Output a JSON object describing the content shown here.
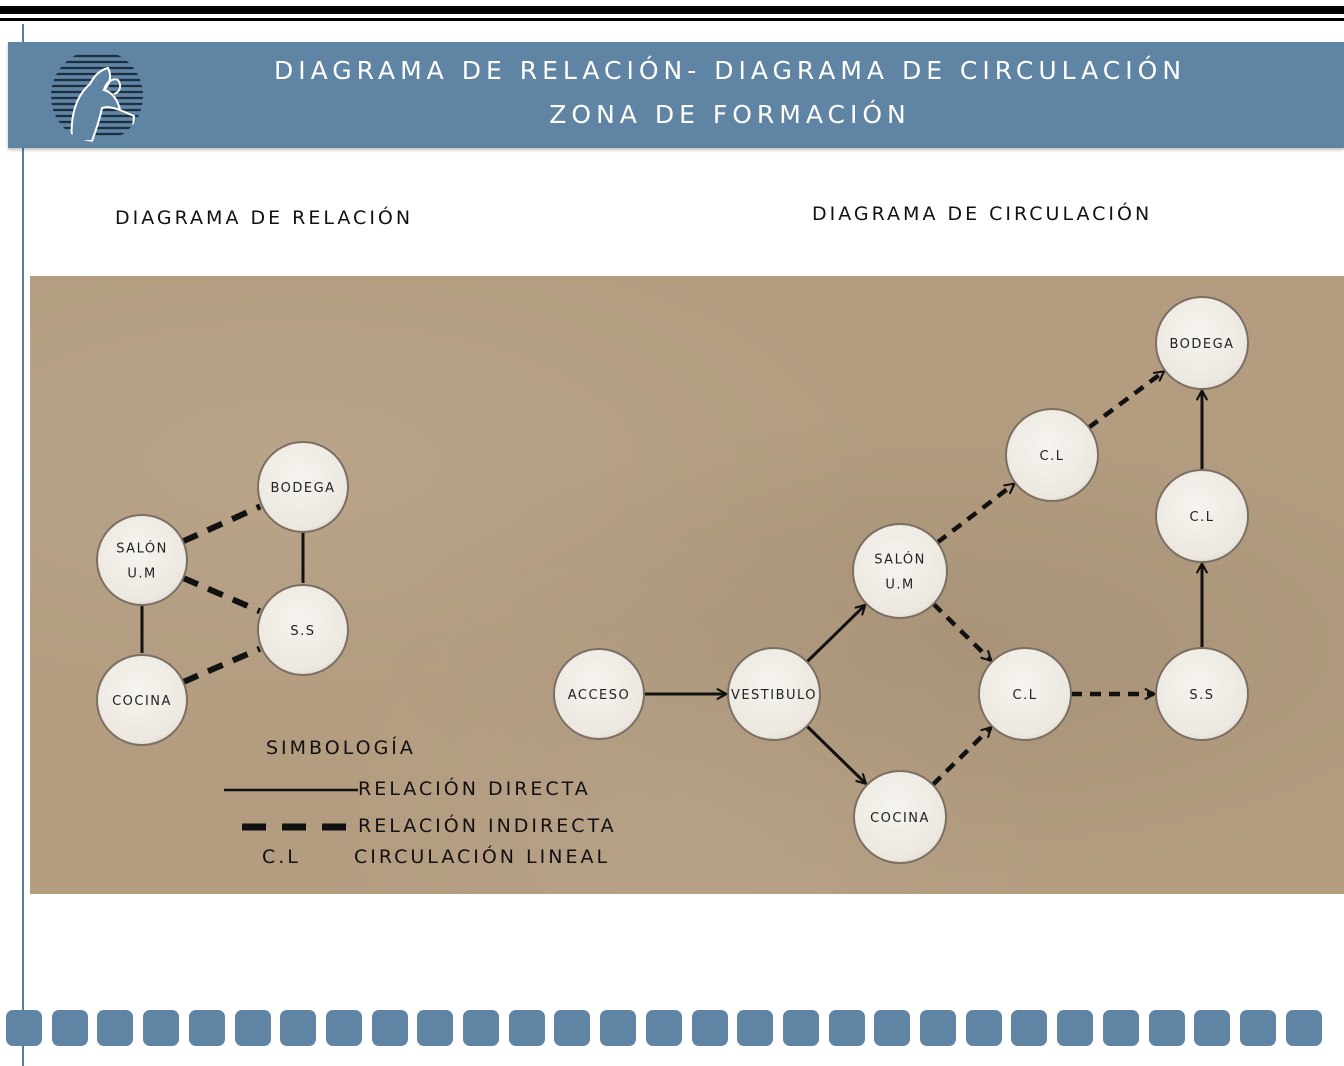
{
  "header": {
    "title_line1": "DIAGRAMA DE RELACIÓN- DIAGRAMA DE CIRCULACIÓN",
    "title_line2": "ZONA DE FORMACIÓN",
    "logo_icon": "horse-rider-logo-icon"
  },
  "colors": {
    "header_band": "#5f84a4",
    "board": "#b39c80",
    "node_fill": "#f3f1ec",
    "footer_squares": "#5f84a4"
  },
  "relation_diagram": {
    "title": "DIAGRAMA DE RELACIÓN",
    "nodes": [
      {
        "id": "salon",
        "lines": [
          "SALÓN",
          "U.M"
        ]
      },
      {
        "id": "bodega",
        "lines": [
          "BODEGA"
        ]
      },
      {
        "id": "ss",
        "lines": [
          "S.S"
        ]
      },
      {
        "id": "cocina",
        "lines": [
          "COCINA"
        ]
      }
    ],
    "edges": [
      {
        "from": "salon",
        "to": "cocina",
        "type": "directa"
      },
      {
        "from": "bodega",
        "to": "ss",
        "type": "directa"
      },
      {
        "from": "salon",
        "to": "bodega",
        "type": "indirecta"
      },
      {
        "from": "salon",
        "to": "ss",
        "type": "indirecta"
      },
      {
        "from": "cocina",
        "to": "ss",
        "type": "indirecta"
      }
    ]
  },
  "legend": {
    "title": "SIMBOLOGÍA",
    "directa": "RELACIÓN DIRECTA",
    "indirecta": "RELACIÓN INDIRECTA",
    "cl_code": "C.L",
    "cl_text": "CIRCULACIÓN LINEAL"
  },
  "circulation_diagram": {
    "title": "DIAGRAMA DE CIRCULACIÓN",
    "nodes": [
      {
        "id": "acceso",
        "lines": [
          "ACCESO"
        ]
      },
      {
        "id": "vestibulo",
        "lines": [
          "VESTIBULO"
        ]
      },
      {
        "id": "salon",
        "lines": [
          "SALÓN",
          "U.M"
        ]
      },
      {
        "id": "cocina",
        "lines": [
          "COCINA"
        ]
      },
      {
        "id": "cl_top",
        "lines": [
          "C.L"
        ]
      },
      {
        "id": "cl_mid",
        "lines": [
          "C.L"
        ]
      },
      {
        "id": "cl_right",
        "lines": [
          "C.L"
        ]
      },
      {
        "id": "ss",
        "lines": [
          "S.S"
        ]
      },
      {
        "id": "bodega",
        "lines": [
          "BODEGA"
        ]
      }
    ],
    "edges": [
      {
        "from": "acceso",
        "to": "vestibulo",
        "type": "directa"
      },
      {
        "from": "vestibulo",
        "to": "salon",
        "type": "directa"
      },
      {
        "from": "vestibulo",
        "to": "cocina",
        "type": "directa"
      },
      {
        "from": "salon",
        "to": "cl_top",
        "type": "indirecta"
      },
      {
        "from": "salon",
        "to": "cl_mid",
        "type": "indirecta"
      },
      {
        "from": "cocina",
        "to": "cl_mid",
        "type": "indirecta"
      },
      {
        "from": "cl_top",
        "to": "bodega",
        "type": "indirecta"
      },
      {
        "from": "cl_mid",
        "to": "ss",
        "type": "indirecta"
      },
      {
        "from": "ss",
        "to": "cl_right",
        "type": "directa"
      },
      {
        "from": "cl_right",
        "to": "bodega",
        "type": "directa"
      }
    ]
  }
}
